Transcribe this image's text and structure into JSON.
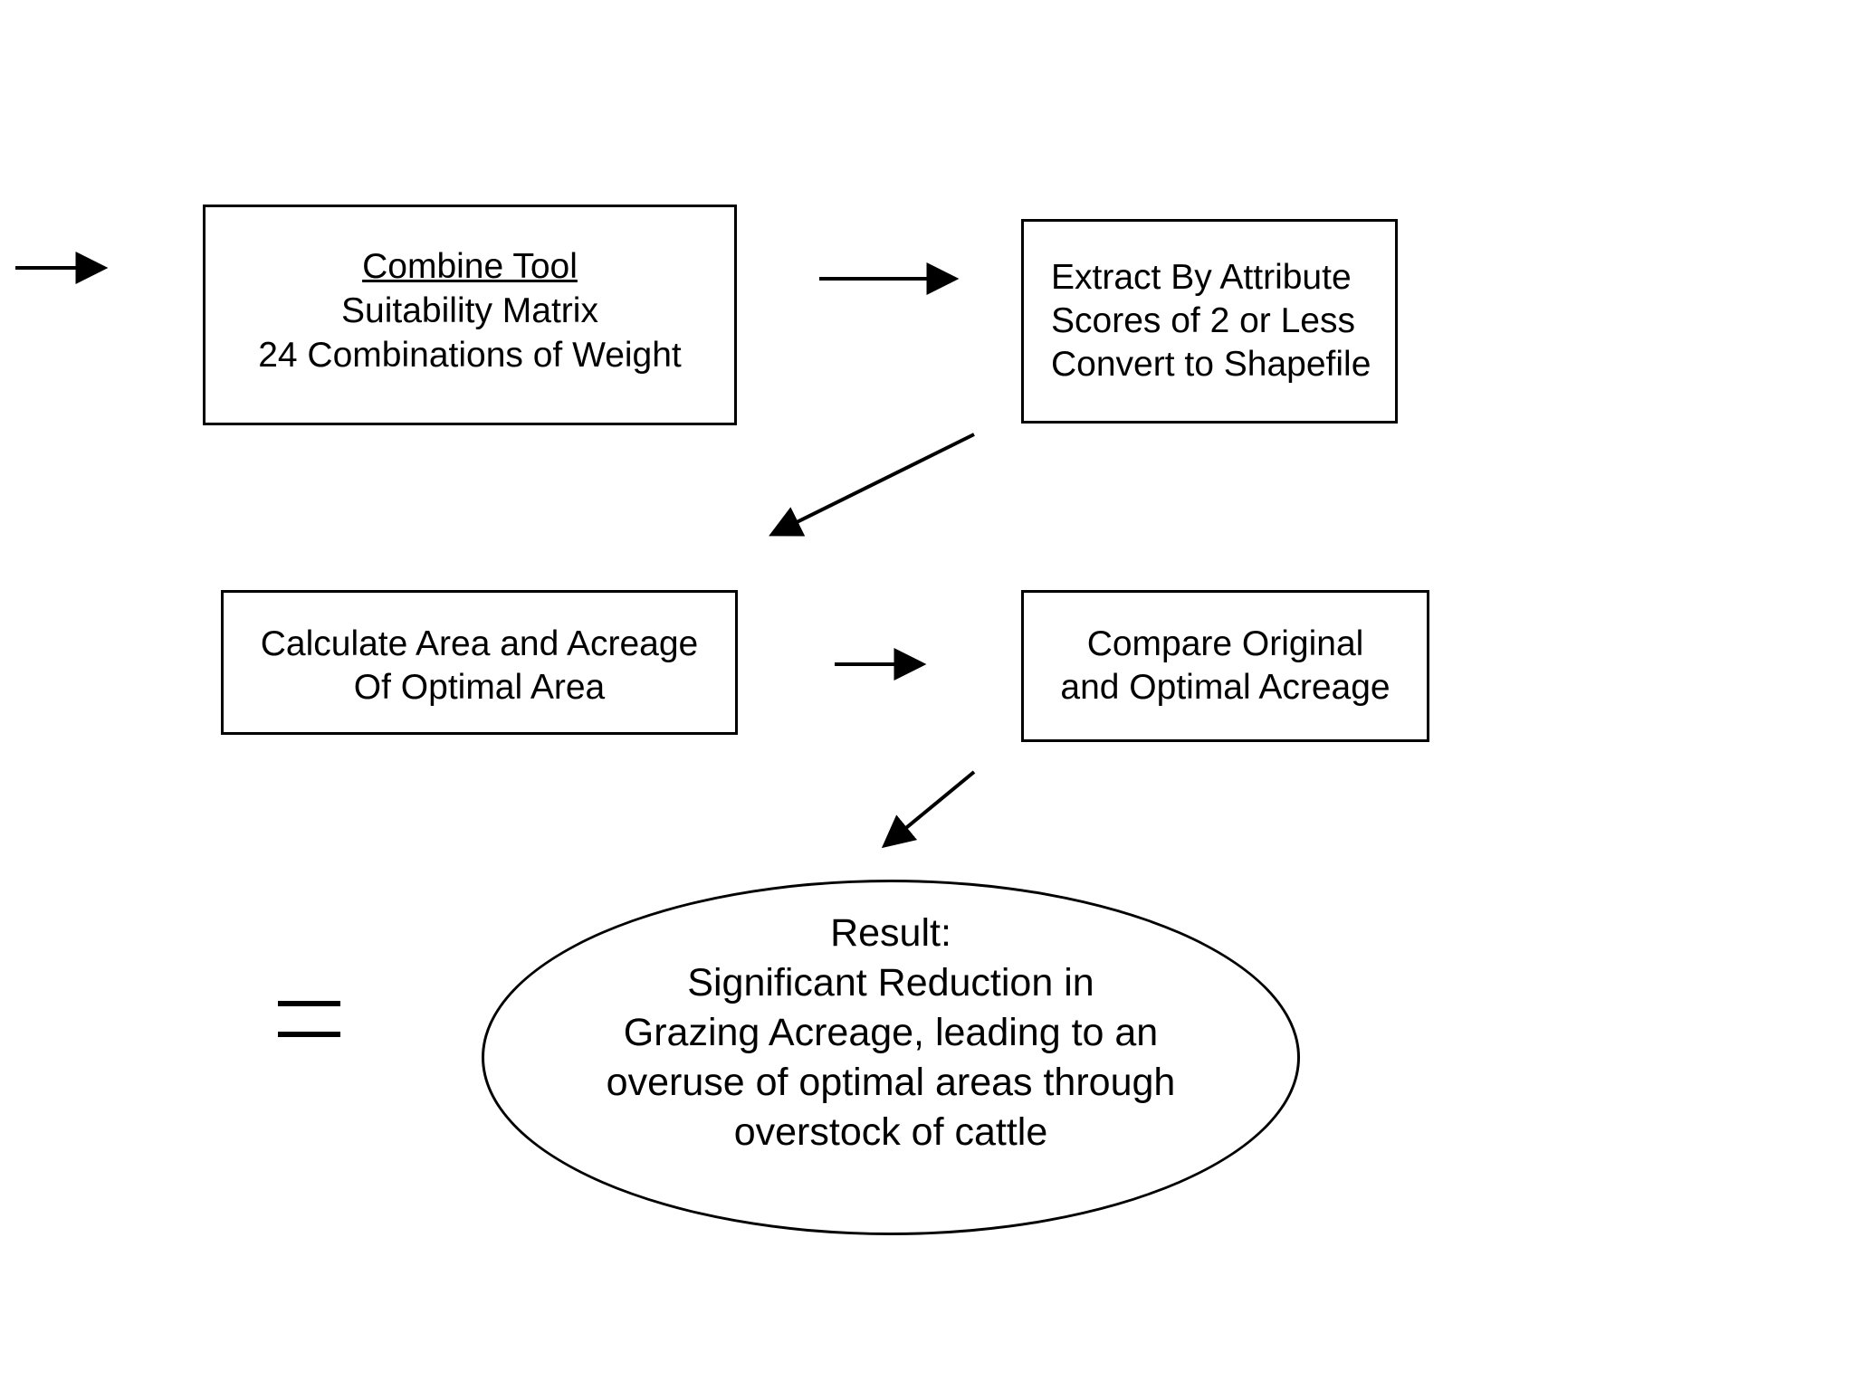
{
  "page": {
    "background_color": "#ffffff",
    "ink_color": "#000000",
    "type": "flowchart"
  },
  "nodes": {
    "combine_tool": {
      "line1": "Combine Tool",
      "line2": "Suitability Matrix",
      "line3": "24 Combinations of Weight"
    },
    "extract_by_attribute": {
      "line1": "Extract By Attribute",
      "line2": "Scores of 2 or Less",
      "line3": "Convert to Shapefile"
    },
    "calculate_area": {
      "line1": "Calculate Area and Acreage",
      "line2": "Of Optimal Area"
    },
    "compare_acreage": {
      "line1": "Compare Original",
      "line2": "and Optimal Acreage"
    },
    "result": {
      "line1": "Result:",
      "line2": "Significant Reduction in",
      "line3": "Grazing Acreage, leading to an",
      "line4": "overuse of optimal areas through",
      "line5": "overstock of cattle"
    }
  },
  "symbols": {
    "equals_sign": "="
  },
  "edges": [
    {
      "from": "start",
      "to": "combine_tool",
      "style": "horizontal-arrow"
    },
    {
      "from": "combine_tool",
      "to": "extract_by_attribute",
      "style": "horizontal-arrow"
    },
    {
      "from": "extract_by_attribute",
      "to": "calculate_area",
      "style": "diagonal-arrow"
    },
    {
      "from": "calculate_area",
      "to": "compare_acreage",
      "style": "horizontal-arrow"
    },
    {
      "from": "compare_acreage",
      "to": "result",
      "style": "diagonal-arrow"
    },
    {
      "from": "equals_sign",
      "to": "result",
      "style": "adjacent"
    }
  ]
}
